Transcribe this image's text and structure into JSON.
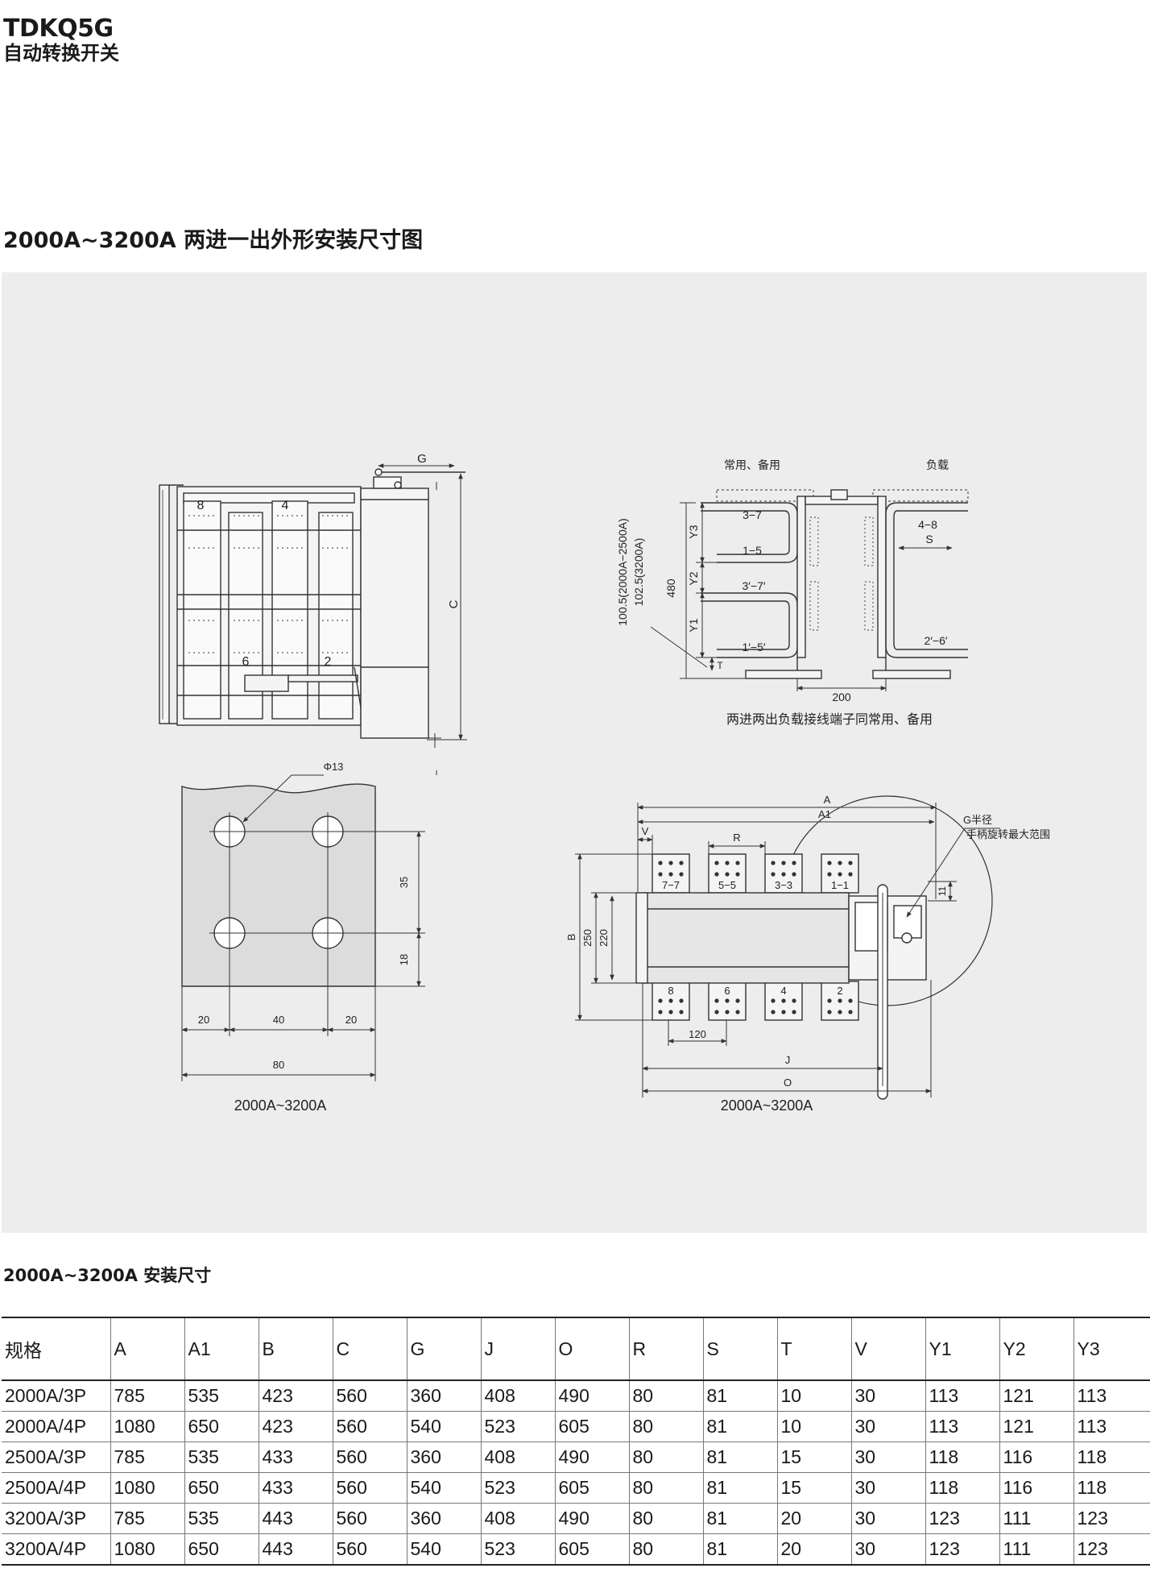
{
  "header": {
    "title": "TDKQ5G",
    "subtitle": "自动转换开关"
  },
  "section_heading": "2000A~3200A 两进一出外形安装尺寸图",
  "diagram": {
    "side_view": {
      "labels": [
        "8",
        "4",
        "6",
        "2"
      ],
      "dim_g": "G",
      "dim_c": "C"
    },
    "terminal_view": {
      "label_normal_standby": "常用、备用",
      "label_load": "负载",
      "terminal_labels": [
        "3−7",
        "1−5",
        "3′−7′",
        "1′−5′",
        "4−8",
        "2′−6′"
      ],
      "dim_labels": [
        "Y3",
        "Y2",
        "Y1",
        "480",
        "S",
        "T",
        "200"
      ],
      "vertical_note_1": "100.5(2000A−2500A)",
      "vertical_note_2": "102.5(3200A)",
      "caption": "两进两出负载接线端子同常用、备用"
    },
    "hole_view": {
      "phi_label": "Φ13",
      "dim_35": "35",
      "dim_18": "18",
      "dim_20_left": "20",
      "dim_40": "40",
      "dim_20_right": "20",
      "dim_80": "80",
      "caption": "2000A~3200A"
    },
    "top_view": {
      "dim_a": "A",
      "dim_a1": "A1",
      "dim_v": "V",
      "dim_r": "R",
      "dim_b": "B",
      "dim_250": "250",
      "dim_220": "220",
      "dim_120": "120",
      "dim_j": "J",
      "dim_o": "O",
      "dim_11": "11",
      "note_g_radius": "G半径",
      "note_handle": "手柄旋转最大范围",
      "terminals_top": [
        "7−7",
        "5−5",
        "3−3",
        "1−1"
      ],
      "terminals_bottom": [
        "8",
        "6",
        "4",
        "2"
      ],
      "caption": "2000A~3200A"
    }
  },
  "table_heading": "2000A~3200A 安装尺寸",
  "table": {
    "headers": [
      "规格",
      "A",
      "A1",
      "B",
      "C",
      "G",
      "J",
      "O",
      "R",
      "S",
      "T",
      "V",
      "Y1",
      "Y2",
      "Y3"
    ],
    "rows": [
      [
        "2000A/3P",
        "785",
        "535",
        "423",
        "560",
        "360",
        "408",
        "490",
        "80",
        "81",
        "10",
        "30",
        "113",
        "121",
        "113"
      ],
      [
        "2000A/4P",
        "1080",
        "650",
        "423",
        "560",
        "540",
        "523",
        "605",
        "80",
        "81",
        "10",
        "30",
        "113",
        "121",
        "113"
      ],
      [
        "2500A/3P",
        "785",
        "535",
        "433",
        "560",
        "360",
        "408",
        "490",
        "80",
        "81",
        "15",
        "30",
        "118",
        "116",
        "118"
      ],
      [
        "2500A/4P",
        "1080",
        "650",
        "433",
        "560",
        "540",
        "523",
        "605",
        "80",
        "81",
        "15",
        "30",
        "118",
        "116",
        "118"
      ],
      [
        "3200A/3P",
        "785",
        "535",
        "443",
        "560",
        "360",
        "408",
        "490",
        "80",
        "81",
        "20",
        "30",
        "123",
        "111",
        "123"
      ],
      [
        "3200A/4P",
        "1080",
        "650",
        "443",
        "560",
        "540",
        "523",
        "605",
        "80",
        "81",
        "20",
        "30",
        "123",
        "111",
        "123"
      ]
    ]
  }
}
